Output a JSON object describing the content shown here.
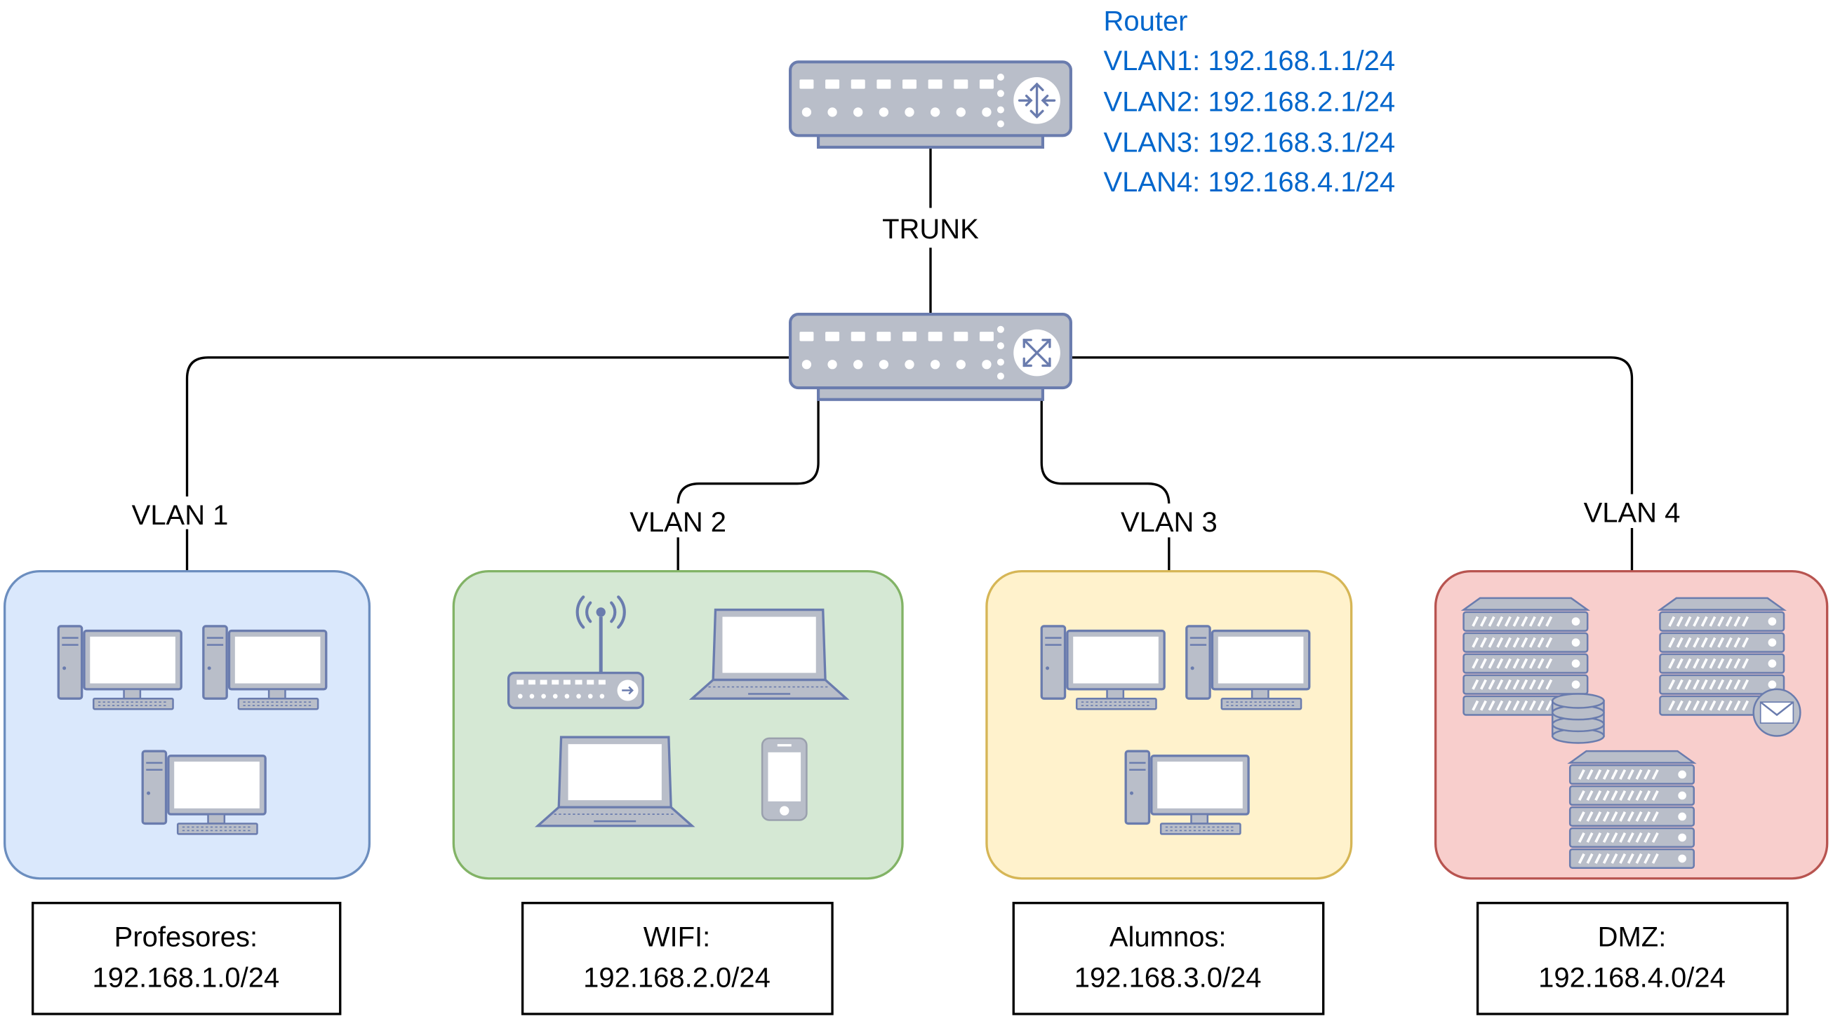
{
  "router": {
    "title": "Router",
    "vlan_lines": [
      "VLAN1: 192.168.1.1/24",
      "VLAN2: 192.168.2.1/24",
      "VLAN3: 192.168.3.1/24",
      "VLAN4: 192.168.4.1/24"
    ]
  },
  "trunk_label": "TRUNK",
  "vlans": [
    {
      "label": "VLAN 1",
      "network_name": "Profesores:",
      "network_cidr": "192.168.1.0/24"
    },
    {
      "label": "VLAN 2",
      "network_name": "WIFI:",
      "network_cidr": "192.168.2.0/24"
    },
    {
      "label": "VLAN 3",
      "network_name": "Alumnos:",
      "network_cidr": "192.168.3.0/24"
    },
    {
      "label": "VLAN 4",
      "network_name": "DMZ:",
      "network_cidr": "192.168.4.0/24"
    }
  ],
  "colors": {
    "router_text": "#0066CC",
    "device_fill": "#B9BEC9",
    "device_stroke": "#6A7CAE",
    "vlan1_fill": "#DAE8FC",
    "vlan1_stroke": "#6C8EBF",
    "vlan2_fill": "#D5E8D4",
    "vlan2_stroke": "#82B366",
    "vlan3_fill": "#FFF2CC",
    "vlan3_stroke": "#D6B656",
    "vlan4_fill": "#F8CECC",
    "vlan4_stroke": "#B85450"
  },
  "icons": [
    "router-icon",
    "switch-icon",
    "desktop-pc-icon",
    "wifi-router-icon",
    "laptop-icon",
    "smartphone-icon",
    "server-icon",
    "database-server-icon",
    "mail-server-icon"
  ]
}
